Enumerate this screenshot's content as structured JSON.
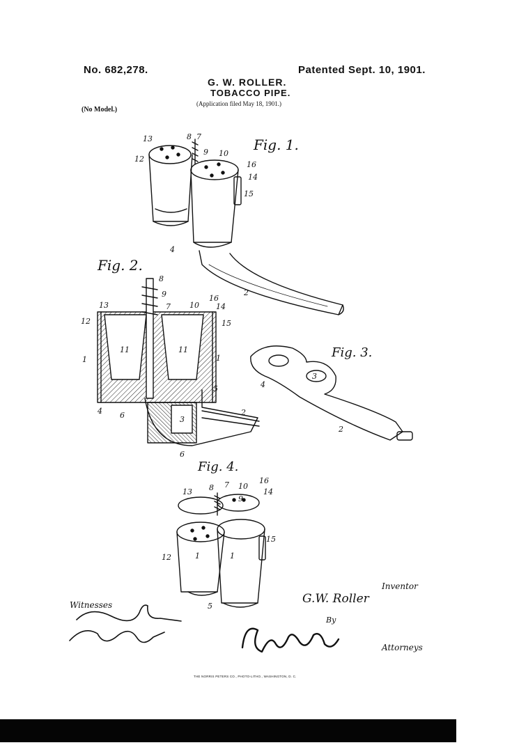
{
  "header": {
    "patent_no": "No. 682,278.",
    "inventor": "G. W. ROLLER.",
    "title": "TOBACCO PIPE.",
    "application_filed": "(Application filed May 18, 1901.)",
    "patented": "Patented Sept. 10, 1901.",
    "no_model": "(No Model.)"
  },
  "figures": {
    "fig1": "Fig. 1.",
    "fig2": "Fig. 2.",
    "fig3": "Fig. 3.",
    "fig4": "Fig. 4."
  },
  "ref": {
    "n1": "1",
    "n2": "2",
    "n3": "3",
    "n4": "4",
    "n5": "5",
    "n6": "6",
    "n7": "7",
    "n8": "8",
    "n9": "9",
    "n10": "10",
    "n11": "11",
    "n12": "12",
    "n13": "13",
    "n14": "14",
    "n15": "15",
    "n16": "16"
  },
  "signatures": {
    "inventor_label": "Inventor",
    "inventor_name": "G.W. Roller",
    "witnesses_label": "Witnesses",
    "by_label": "By",
    "attorney_label": "Attorneys"
  },
  "footer": {
    "printer": "THE NORRIS PETERS CO., PHOTO-LITHO., WASHINGTON, D. C."
  }
}
